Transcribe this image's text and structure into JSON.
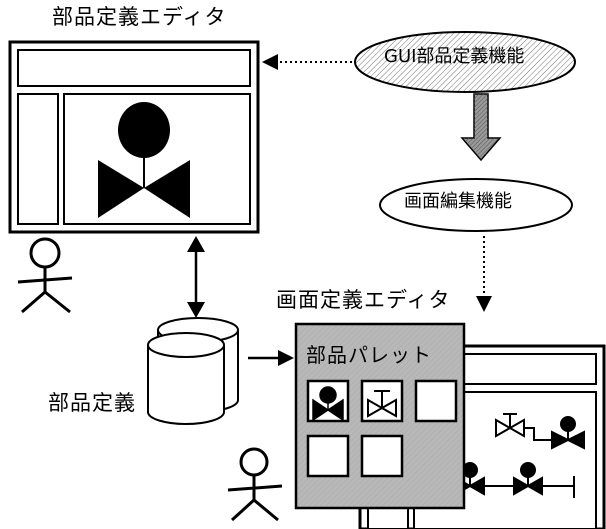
{
  "labels": {
    "parts_editor": "部品定義エディタ",
    "gui_parts_definition": "GUI部品定義機能",
    "screen_editing": "画面編集機能",
    "screen_editor": "画面定義エディタ",
    "parts_palette": "部品パレット",
    "parts_definition": "部品定義"
  },
  "colors": {
    "line": "#000000",
    "palette_fill": "#b8b8b8",
    "hatched_arrow_fill": "#8c8c8c",
    "hatch_ellipse_fill": "#d9d9d9"
  },
  "icons": {
    "valve": "valve-icon",
    "valve_alt": "valve-alt-icon",
    "person": "person-icon",
    "database": "database-icon"
  }
}
